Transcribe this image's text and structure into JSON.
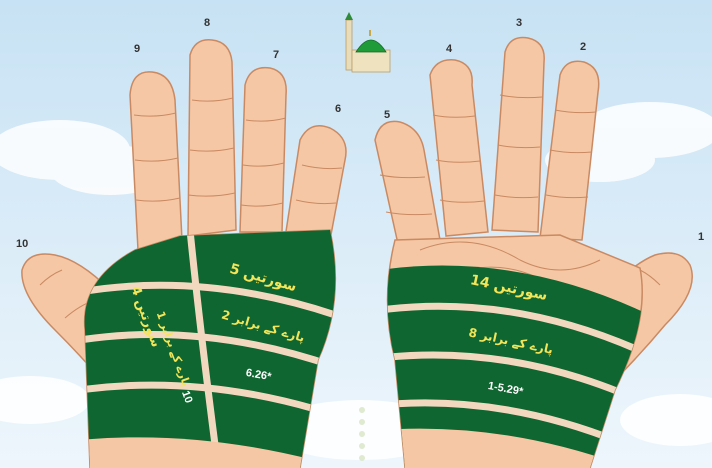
{
  "finger_numbers": [
    "1",
    "2",
    "3",
    "4",
    "5",
    "6",
    "7",
    "8",
    "9",
    "10"
  ],
  "left_hand": {
    "band_outer_main": "5 سورتیں",
    "band_middle_main": "2 پارے کے برابر",
    "band_inner_value": "6.26*",
    "thumb_band_outer": "4 سورتیں",
    "thumb_band_middle": "1 پارے کے برابر",
    "thumb_band_inner": "10"
  },
  "right_hand": {
    "band_outer_main": "14 سورتیں",
    "band_middle_main": "8 پارے کے برابر",
    "band_inner_value": "1-5.29*"
  },
  "colors": {
    "sky_top": "#cfe6f5",
    "sky_bottom": "#eaf4fb",
    "skin": "#f6c7a4",
    "skin_outline": "#c98a63",
    "band_dark": "#0f6630",
    "band_line": "#f3d8c0",
    "text_yellow": "#f2e55a"
  },
  "icons": {
    "mosque": "green-dome-mosque-icon"
  }
}
